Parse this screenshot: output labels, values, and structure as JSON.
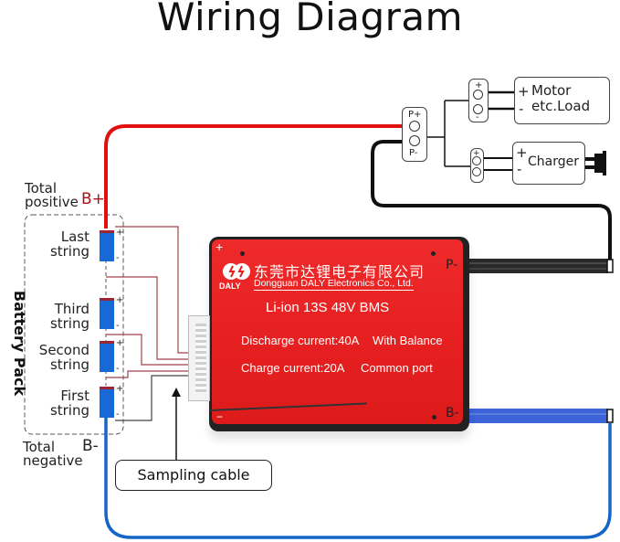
{
  "title": "Wiring Diagram",
  "battery_pack": {
    "side_label": "Battery Pack",
    "total_positive": {
      "label": "Total positive",
      "terminal": "B+"
    },
    "total_negative": {
      "label": "Total negative",
      "terminal": "B-"
    },
    "cells": [
      {
        "label_line1": "Last",
        "label_line2": "string"
      },
      {
        "label_line1": "Third",
        "label_line2": "string"
      },
      {
        "label_line1": "Second",
        "label_line2": "string"
      },
      {
        "label_line1": "First",
        "label_line2": "string"
      }
    ],
    "cell_plus": "+",
    "cell_minus": "-"
  },
  "bms": {
    "company_cn": "东莞市达锂电子有限公司",
    "company_en": "Dongguan DALY Electronics Co., Ltd.",
    "brand": "DALY",
    "model": "Li-ion 13S 48V BMS",
    "discharge": "Discharge current:40A",
    "balance": "With Balance",
    "charge": "Charge current:20A",
    "port": "Common port",
    "plus_mark": "+",
    "minus_mark": "−",
    "p_minus": "P-",
    "b_minus": "B-"
  },
  "sampling": {
    "label": "Sampling cable"
  },
  "output": {
    "p_plus": "P+",
    "p_minus": "P-",
    "load": {
      "line1": "Motor",
      "line2": "etc.Load",
      "plus": "+",
      "minus": "-"
    },
    "charger": {
      "label": "Charger",
      "plus": "+",
      "minus": "-"
    }
  },
  "colors": {
    "positive_wire": "#e01010",
    "negative_wire": "#1565c8",
    "p_minus_wire": "#111111",
    "bms_red": "#e8201f",
    "cell_blue": "#1769d6",
    "sense_wire": "#a0424a"
  }
}
